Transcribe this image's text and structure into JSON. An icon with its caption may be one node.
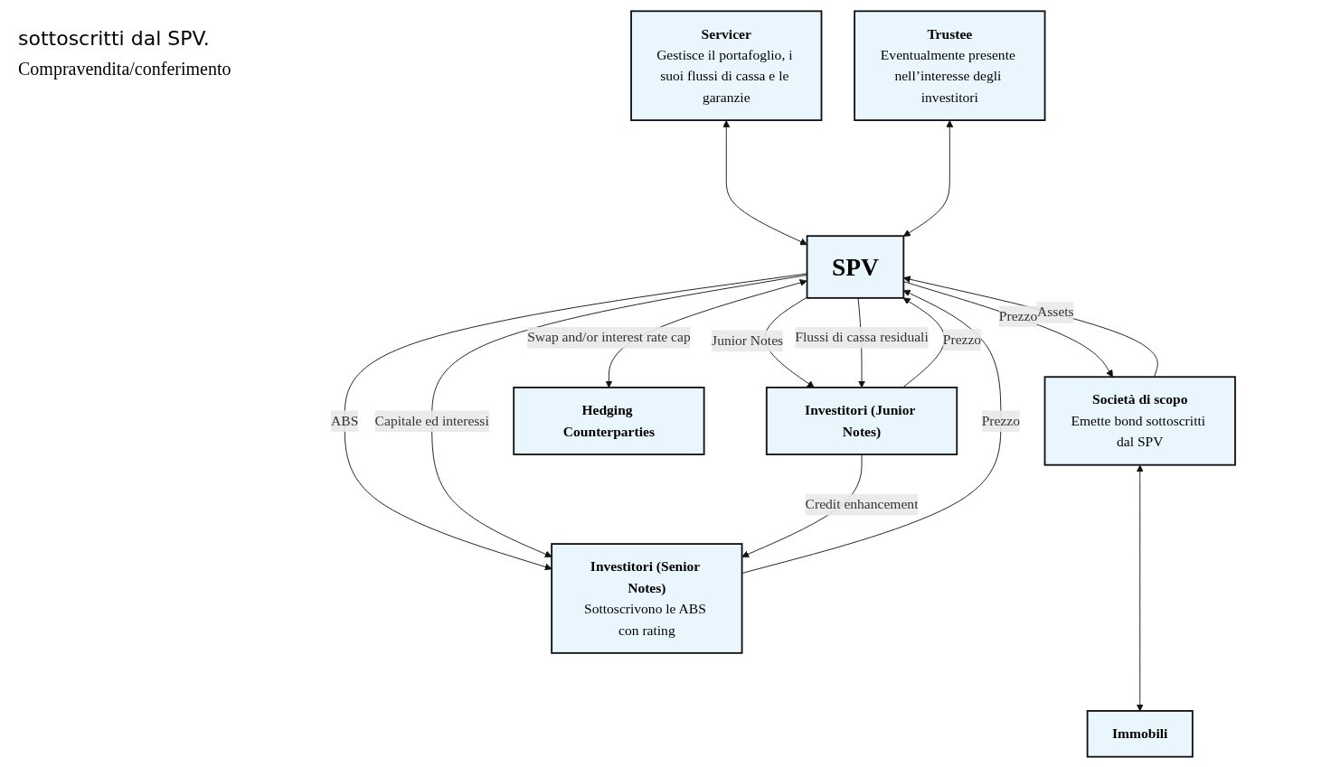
{
  "diagram": {
    "nodes": [
      {
        "text": [
          "Servicer",
          "Gestisce il portafoglio, i suoi flussi di cassa e le garanzie"
        ]
      },
      {
        "text": [
          "Trustee",
          "Eventualmente presente nell’interesse degli investitori"
        ]
      },
      {
        "text": [
          "Investitori (Senior Notes)",
          "Sottoscrivono le ABS con rating"
        ]
      },
      {
        "text": [
          "SPV"
        ]
      },
      {
        "text": [
          "Società di scopo",
          "Emette bond sottoscritti dal SPV"
        ]
      },
      {
        "text": [
          "Investitori (Junior Notes)"
        ]
      },
      {
        "text": [
          "Hedging Counterparties"
        ]
      },
      {
        "text": [
          "Immobili"
        ]
      }
    ],
    "edges": [
      {
        "from": 0,
        "to": 3,
        "arrow": "both"
      },
      {
        "from": 1,
        "to": 3,
        "arrow": "both"
      },
      {
        "from": 3,
        "to": 2,
        "arrow": "to",
        "label": "ABS"
      },
      {
        "from": 2,
        "to": 3,
        "arrow": "to",
        "label": "Prezzo"
      },
      {
        "from": 3,
        "to": 2,
        "arrow": "to",
        "label": "Capitale ed interessi"
      },
      {
        "from": 4,
        "to": 3,
        "arrow": "to",
        "label": "Assets"
      },
      {
        "from": 3,
        "to": 4,
        "arrow": "to",
        "label": "Prezzo"
      },
      {
        "from": 5,
        "to": 2,
        "arrow": "to",
        "label": "Credit enhancement"
      },
      {
        "from": 3,
        "to": 5,
        "arrow": "to",
        "label": "Junior Notes"
      },
      {
        "from": 5,
        "to": 3,
        "arrow": "to",
        "label": "Prezzo"
      },
      {
        "from": 3,
        "to": 5,
        "arrow": "to",
        "label": "Flussi di cassa residuali"
      },
      {
        "from": 3,
        "to": 6,
        "arrow": "both",
        "label": "Swap and/or interest rate cap"
      },
      {
        "from": 4,
        "to": 7,
        "arrow": "both"
      }
    ],
    "labels": [
      "sottoscritti dal SPV.",
      "Compravendita/conferimento"
    ]
  }
}
